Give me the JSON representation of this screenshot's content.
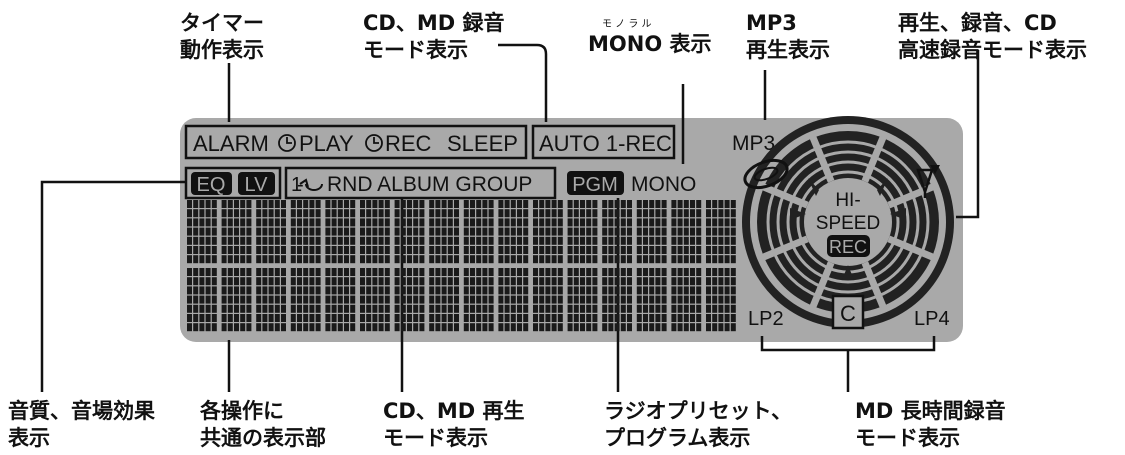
{
  "callouts": {
    "timer": {
      "line1": "タイマー",
      "line2": "動作表示"
    },
    "cdmd_rec": {
      "line1": "CD、MD 録音",
      "line2": "モード表示"
    },
    "mono": {
      "ruby": "モ ノ ラ ル",
      "line1": "MONO 表示"
    },
    "mp3": {
      "line1": "MP3",
      "line2": "再生表示"
    },
    "hispeed": {
      "line1": "再生、録音、CD",
      "line2": "高速録音モード表示"
    },
    "eq": {
      "line1": "音質、音場効果",
      "line2": "表示"
    },
    "common": {
      "line1": "各操作に",
      "line2": "共通の表示部"
    },
    "cdmd_play": {
      "line1": "CD、MD 再生",
      "line2": "モード表示"
    },
    "radio": {
      "line1": "ラジオプリセット、",
      "line2": "プログラム表示"
    },
    "lp": {
      "line1": "MD 長時間録音",
      "line2": "モード表示"
    }
  },
  "display": {
    "timer_row": [
      "ALARM",
      "PLAY",
      "REC",
      "SLEEP"
    ],
    "rec_mode": "AUTO 1-REC",
    "eq": "EQ",
    "lv": "LV",
    "repeat_one": "1",
    "play_mode": "RND ALBUM GROUP",
    "pgm": "PGM",
    "mono": "MONO",
    "mp3": "MP3",
    "hi": "HI-",
    "speed": "SPEED",
    "rec_badge": "REC",
    "lp2": "LP2",
    "lp4": "LP4",
    "disc_label": "C"
  },
  "colors": {
    "panel": "#a9a9a9",
    "dark": "#111111",
    "dot_cell": "#1a1a1a"
  }
}
